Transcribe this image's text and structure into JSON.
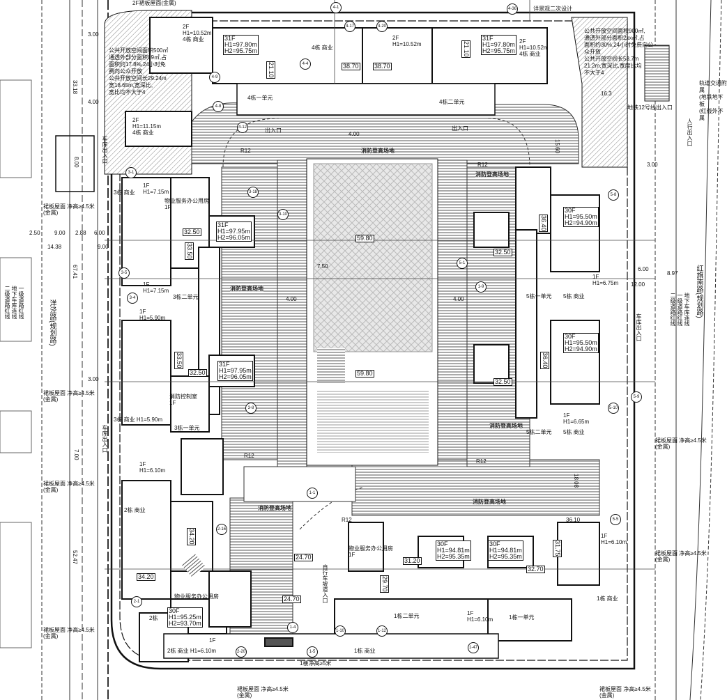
{
  "top": {
    "roof_note": "2F裙板屋面(金属)",
    "landscape_note": "详景观二次设计",
    "b4_west_2f": "2F\nH1=10.52m\n4栋 商业",
    "b4_unit1_tower": "31F\nH1=97.80m\nH2=95.75m",
    "b4_commercial": "4栋 商业",
    "b4_h_a": "38.70",
    "b4_h_b": "38.70",
    "b4_mid_2f": "2F\nH1=10.52m",
    "b4_unit2_tower": "31F\nH1=97.80m\nH2=95.75m",
    "b4_east_2f": "2F\nH1=10.52m\n4栋 商业",
    "b4_stair_a": "21.10",
    "b4_stair_b": "21.10",
    "b4_unit1": "4栋一单元",
    "b4_unit2": "4栋二单元",
    "entrance_a": "出入口",
    "entrance_b": "出入口",
    "b4_corner_2f": "2F\nH1=11.15m\n4栋 商业",
    "west_open_space_note": "公共开放空间面积500㎡\n通透外部分面积89㎡,占\n面积约17.8%,24小时免\n费向公众开放\n公共开放空间长29.24m\n宽18.65m,宽深比,\n宽比均不大于4",
    "east_open_space_note": "公共开放空间面积900㎡,\n通透外部分面积2xx㎡,占\n面积约30%,24小时免费向公\n众开放\n公共开放空间长53.7m\n21.2m,宽深比,宽度比均\n不大于4",
    "east_dim": "16.3",
    "metro_note": "轨道交通附属\n(地铁地下板\n(红线外不属",
    "metro_exit": "地铁12号线出入口"
  },
  "fire_lanes": {
    "label": "消防登高场地",
    "width": "4.00",
    "radius": "R12"
  },
  "center": {
    "h_north": "59.80",
    "h_south": "59.80",
    "note": "7.50"
  },
  "building3": {
    "commercial_north": "3栋 商业",
    "north_1f": "1F\nH1=7.15m",
    "property_office": "物业服务办公用房\n1F",
    "h1": "32.50",
    "h2": "33.50",
    "tower_north": "31F\nH1=97.95m\nH2=96.05m",
    "unit2_1f": "1F\nH1=7.15m",
    "unit2": "3栋二单元",
    "south_1f": "1F\nH1=5.90m",
    "h3": "33.50",
    "h4": "32.50",
    "tower_south": "31F\nH1=97.95m\nH2=96.05m",
    "fire_control": "消防控制室\n1F",
    "commercial_south": "3栋 商业 H1=5.90m",
    "unit1": "3栋一单元"
  },
  "building5": {
    "h_n": "36.40",
    "tower_north": "30F\nH1=95.50m\nH2=94.90m",
    "h_n2": "32.50",
    "north_1f": "1F\nH1=6.75m",
    "unit1": "5栋一单元",
    "commercial_n": "5栋 商业",
    "tower_south": "30F\nH1=95.50m\nH2=94.90m",
    "h_s": "36.40",
    "h_s2": "32.50",
    "south_1f": "1F\nH1=6.65m",
    "unit2": "5栋二单元",
    "commercial_s": "5栋 商业"
  },
  "building2": {
    "north_1f": "1F\nH1=6.10m",
    "commercial": "2栋 商业",
    "h_a": "34.20",
    "h_b": "34.20",
    "tower": "30F\nH1=95.25m\nH2=93.70m",
    "name": "2栋",
    "commercial_s": "2栋 商业 H1=6.10m",
    "south_1f": "1F",
    "property": "物业服务办公用房"
  },
  "building1": {
    "h_a": "24.70",
    "h_b": "24.70",
    "property": "物业服务办公用房\n1F",
    "h_c": "31.20",
    "tower_w": "30F\nH1=94.81m\nH2=95.35m",
    "tower_e": "30F\nH1=94.81m\nH2=95.35m",
    "h_d": "32.70",
    "h_e": "31.75",
    "h_f": "29.70",
    "unit2": "1栋二单元",
    "f1": "1F\nH1=6.10m",
    "unit1": "1栋一单元",
    "commercial": "1栋 商业",
    "east_1f": "1F\nH1=6.10m",
    "bike_ramp": "自行车坡道入口",
    "clearance": "1楼净高≥5米"
  },
  "roads": {
    "west": "洋泾路(规划路)",
    "east": "红旗南路(规划路)",
    "east_note": "地下车库连线\n一级道路红线\n二级道路红线",
    "west_note": "一级道路红线\n地下车库连线\n二级道路红线",
    "canopy": "裙板屋面 净高≥4.5米\n(金属)",
    "west_entrance": "车库出入口",
    "east_entrance": "车库出入口",
    "north_entrance": "人行出入口"
  },
  "dims": {
    "d33_18": "33.18",
    "d67_41": "67.41",
    "d52_47": "52.47",
    "d14_38": "14.38",
    "d9_00a": "9.00",
    "d9_00b": "9.00",
    "d2_50": "2.50",
    "d2_88": "2.88",
    "d6_00": "6.00",
    "d3_00a": "3.00",
    "d3_00b": "3.00",
    "d4_00": "4.00",
    "d8_00": "8.00",
    "d7_00": "7.00",
    "d15_60": "15.60",
    "d3_00c": "3.00",
    "e6_00": "6.00",
    "e8_97": "8.97",
    "e12_00": "12.00",
    "d18_08": "18.08",
    "d36_10": "36.10"
  },
  "axes": [
    "4-1",
    "4-9",
    "4-17",
    "4-20",
    "4-36",
    "4-4",
    "4-8",
    "4-12",
    "3-1",
    "3-4",
    "3-18",
    "3-5",
    "3-8",
    "3-10",
    "2-16",
    "2-1",
    "2-20",
    "1-1",
    "1-5",
    "1-4",
    "1-10",
    "1-12",
    "1-47",
    "5-5",
    "5-8",
    "5-9",
    "5-10",
    "5-1",
    "1-9"
  ]
}
